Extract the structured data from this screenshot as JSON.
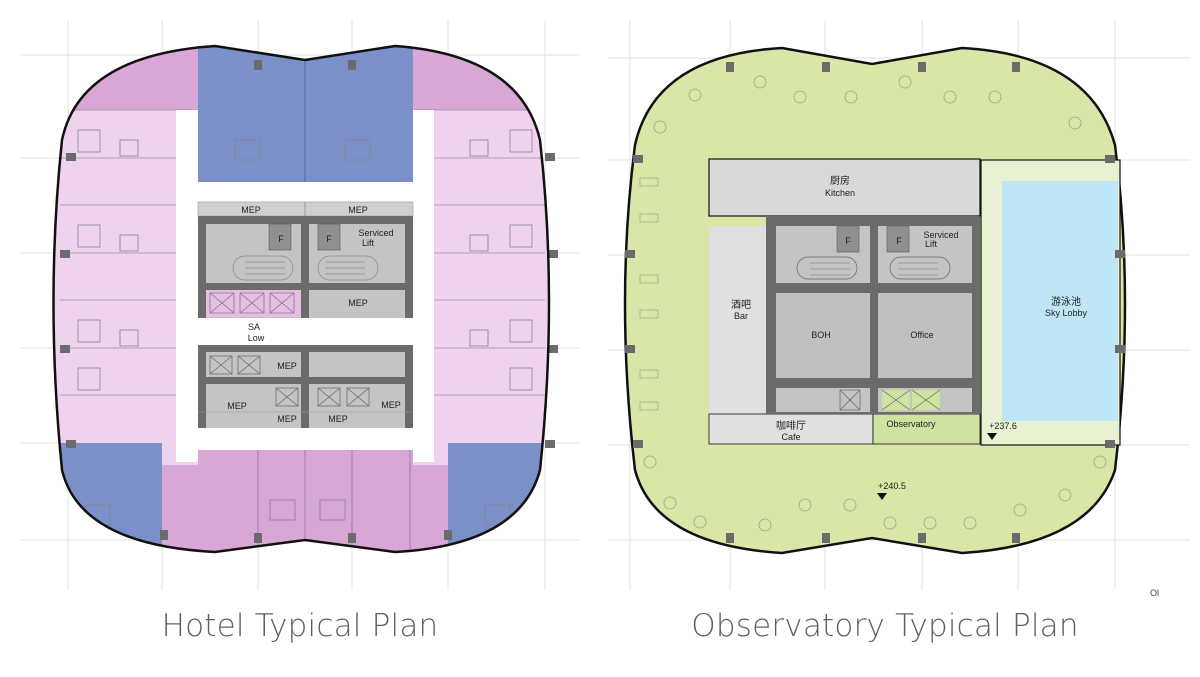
{
  "hotel_plan": {
    "caption": "Hotel Typical Plan",
    "core_labels": {
      "mep_top_left": "MEP",
      "mep_top_right": "MEP",
      "lift_fire_left": "F",
      "lift_fire_right": "F",
      "serviced_lift_1": "Serviced",
      "serviced_lift_2": "Lift",
      "mep_mid_right": "MEP",
      "sa_1": "SA",
      "sa_2": "Low",
      "mep_lower_mid": "MEP",
      "mep_bottom_left": "MEP",
      "mep_bottom_right": "MEP",
      "mep_bottom_center_1": "MEP",
      "mep_bottom_center_2": "MEP"
    },
    "colors": {
      "suite_blue": "#7b90c8",
      "room_pink_dark": "#d9a7d6",
      "room_pink_light": "#efd3ee",
      "core_gray": "#c4c4c4",
      "core_wall": "#6b6b6b",
      "outline": "#111111"
    }
  },
  "observatory_plan": {
    "caption": "Observatory Typical Plan",
    "rooms": {
      "kitchen_cn": "厨房",
      "kitchen_en": "Kitchen",
      "bar_cn": "酒吧",
      "bar_en": "Bar",
      "boh": "BOH",
      "office": "Office",
      "serviced_lift_1": "Serviced",
      "serviced_lift_2": "Lift",
      "lift_fire_left": "F",
      "lift_fire_right": "F",
      "cafe_cn": "咖啡厅",
      "cafe_en": "Cafe",
      "observatory": "Observatory",
      "pool_cn": "游泳池",
      "pool_en": "Sky Lobby"
    },
    "levels": {
      "pool_level": "+237.6",
      "floor_level": "+240.5"
    },
    "colors": {
      "floor_green": "#d8e6a8",
      "pool_blue": "#bfe6f7",
      "deck_green": "#e9f1d3",
      "room_gray": "#d9d9d9",
      "core_gray": "#c4c4c4",
      "core_wall": "#6b6b6b",
      "observatory_green": "#cfe3a0"
    }
  },
  "misc": {
    "stray_mark": "Ol"
  }
}
